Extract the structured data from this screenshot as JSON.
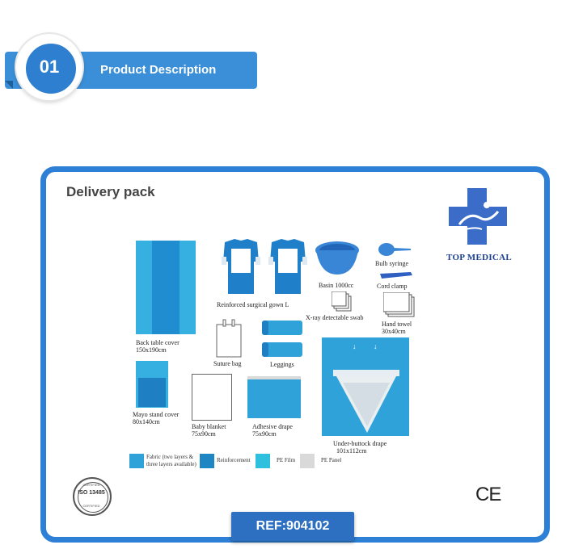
{
  "header": {
    "number": "01",
    "title": "Product Description"
  },
  "pack_title": "Delivery pack",
  "brand": {
    "name": "TOP MEDICAL"
  },
  "items": {
    "back_table_cover": {
      "name": "Back table cover",
      "size": "150x190cm"
    },
    "gown": {
      "name": "Reinforced surgical gown L"
    },
    "basin": {
      "name": "Basin 1000cc"
    },
    "bulb_syringe": {
      "name": "Bulb syringe"
    },
    "cord_clamp": {
      "name": "Cord clamp"
    },
    "xray_swab": {
      "name": "X-ray detectable swab"
    },
    "hand_towel": {
      "name": "Hand towel",
      "size": "30x40cm"
    },
    "suture_bag": {
      "name": "Suture bag"
    },
    "leggings": {
      "name": "Leggings"
    },
    "mayo_stand_cover": {
      "name": "Mayo stand cover",
      "size": "80x140cm"
    },
    "baby_blanket": {
      "name": "Baby blanket",
      "size": "75x90cm"
    },
    "adhesive_drape": {
      "name": "Adhesive drape",
      "size": "75x90cm"
    },
    "under_buttock_drape": {
      "name": "Under-buttock drape",
      "size": "101x112cm"
    }
  },
  "legend": [
    {
      "label_line1": "Fabric (two layers &",
      "label_line2": "three layers available)",
      "color": "#2fa3d9"
    },
    {
      "label_line1": "Reinforcement",
      "label_line2": "",
      "color": "#1f86c4"
    },
    {
      "label_line1": "PE Film",
      "label_line2": "",
      "color": "#2ec0dc"
    },
    {
      "label_line1": "PE Panel",
      "label_line2": "",
      "color": "#d9d9d9"
    }
  ],
  "certification": {
    "iso_text": "ISO 13485",
    "certified": "CERTIFIED"
  },
  "ce_mark": "CE",
  "ref": "REF:904102",
  "colors": {
    "accent": "#2e7fd6",
    "ribbon": "#3a8fd8",
    "ref_bg": "#2d6fc1",
    "logo": "#3a6cc8"
  }
}
